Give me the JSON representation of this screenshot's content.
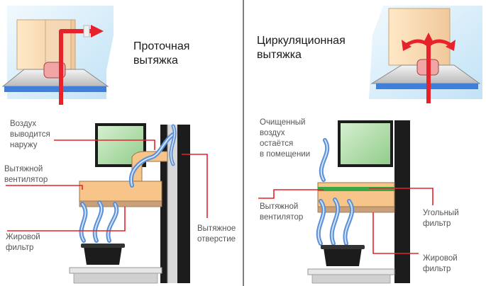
{
  "left": {
    "title": "Проточная\nвытяжка",
    "label_air_out": "Воздух\nвыводится\nнаружу",
    "label_fan": "Вытяжной\nвентилятор",
    "label_grease_filter": "Жировой\nфильтр",
    "label_exhaust_hole": "Вытяжное\nотверстие"
  },
  "right": {
    "title": "Циркуляционная\nвытяжка",
    "label_clean_air": "Очищенный\nвоздух\nостаётся\nв помещении",
    "label_fan": "Вытяжной\nвентилятор",
    "label_carbon_filter": "Угольный\nфильтр",
    "label_grease_filter": "Жировой\nфильтр"
  },
  "colors": {
    "accent_red": "#e8222a",
    "hood_orange": "#f7c48a",
    "wall_blue": "#bfe1f5",
    "cabinet_green": "#a9d9a4",
    "wall_dark": "#1c1c1c",
    "steam_blue": "#5b8fd6"
  }
}
